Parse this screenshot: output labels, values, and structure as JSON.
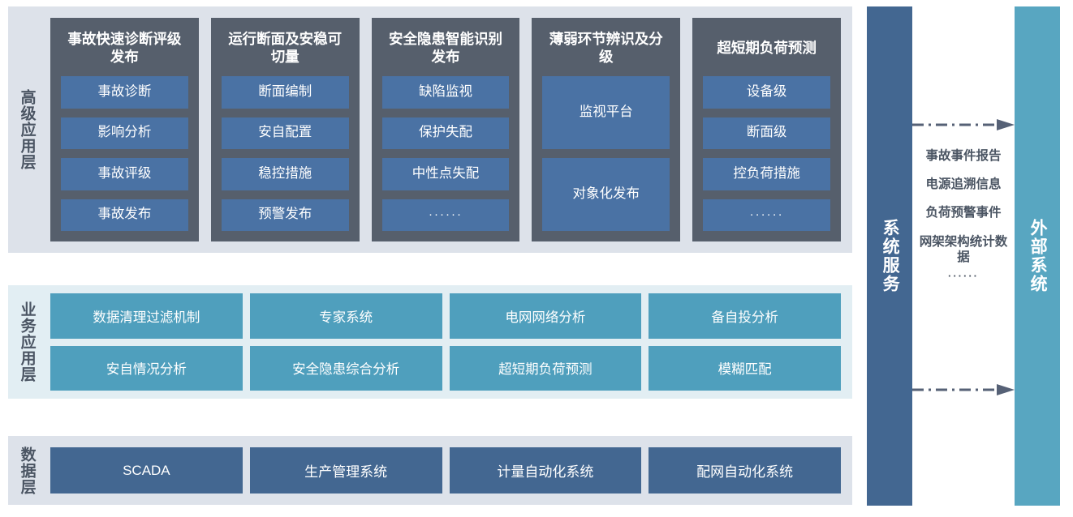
{
  "layers": {
    "advanced": {
      "label": "高级应用层",
      "columns": [
        {
          "title": "事故快速诊断评级发布",
          "items": [
            "事故诊断",
            "影响分析",
            "事故评级",
            "事故发布"
          ]
        },
        {
          "title": "运行断面及安稳可切量",
          "items": [
            "断面编制",
            "安自配置",
            "稳控措施",
            "预警发布"
          ]
        },
        {
          "title": "安全隐患智能识别发布",
          "items": [
            "缺陷监视",
            "保护失配",
            "中性点失配",
            "······"
          ]
        },
        {
          "title": "薄弱环节辨识及分级",
          "items": [
            "监视平台",
            "对象化发布"
          ]
        },
        {
          "title": "超短期负荷预测",
          "items": [
            "设备级",
            "断面级",
            "控负荷措施",
            "······"
          ]
        }
      ]
    },
    "business": {
      "label": "业务应用层",
      "rows": [
        [
          "数据清理过滤机制",
          "专家系统",
          "电网网络分析",
          "备自投分析"
        ],
        [
          "安自情况分析",
          "安全隐患综合分析",
          "超短期负荷预测",
          "模糊匹配"
        ]
      ]
    },
    "data": {
      "label": "数据层",
      "items": [
        "SCADA",
        "生产管理系统",
        "计量自动化系统",
        "配网自动化系统"
      ]
    }
  },
  "side": {
    "system_service": "系统服务",
    "external_system": "外部系统"
  },
  "flow": {
    "labels": [
      "事故事件报告",
      "电源追溯信息",
      "负荷预警事件",
      "网架架构统计数据"
    ],
    "ellipsis": "······"
  },
  "colors": {
    "advanced_band": "#dde2ea",
    "advanced_column": "#565f6c",
    "advanced_item": "#4a72a4",
    "business_band": "#e2eef3",
    "business_item": "#4f9fbd",
    "data_band": "#dde2ea",
    "data_item": "#436791",
    "system_service_bar": "#436791",
    "external_system_bar": "#58a6c1",
    "arrow": "#566176",
    "label_text": "#4b5563"
  }
}
